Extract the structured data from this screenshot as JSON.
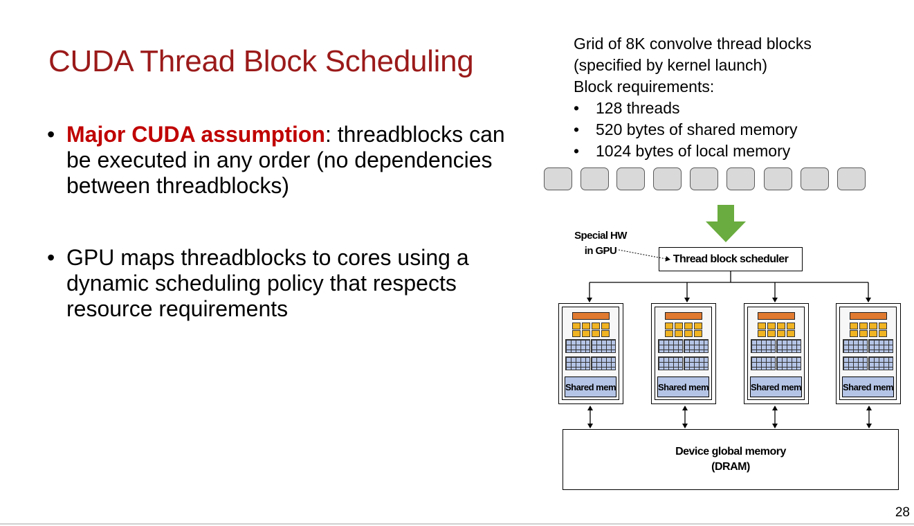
{
  "slide": {
    "title": "CUDA Thread Block Scheduling",
    "page_number": "28"
  },
  "bullets": [
    {
      "emphasis": "Major CUDA assumption",
      "text": ": threadblocks can be executed in any order (no dependencies between threadblocks)"
    },
    {
      "emphasis": "",
      "text": "GPU maps threadblocks to cores using a dynamic scheduling policy that respects resource requirements"
    }
  ],
  "grid_info": {
    "line1": "Grid of 8K convolve thread blocks",
    "line2": "(specified by kernel launch)",
    "line3": "Block requirements:",
    "requirements": [
      "128 threads",
      "520 bytes of shared memory",
      "1024 bytes of local memory"
    ],
    "bullet_glyph": "•"
  },
  "diagram": {
    "thread_block_count": 9,
    "special_hw_line1": "Special HW",
    "special_hw_line2": "in GPU",
    "scheduler_label": "Thread block scheduler",
    "core_count": 4,
    "shared_mem_label": "Shared mem",
    "dram_line1": "Device global memory",
    "dram_line2": "(DRAM)",
    "colors": {
      "title": "#9b1a1a",
      "emphasis": "#c00000",
      "arrow_green": "#6aac3f",
      "thread_block_fill": "#d9d9d9",
      "alu_orange": "#e07a30",
      "core_yellow": "#f0b322",
      "shared_mem_blue": "#b4c4e6"
    }
  }
}
